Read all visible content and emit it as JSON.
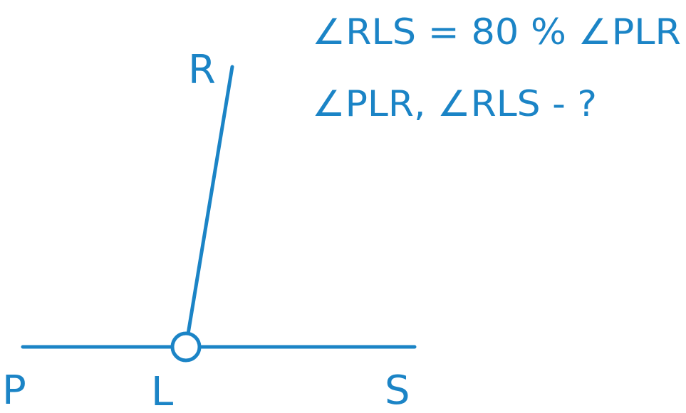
{
  "diagram": {
    "color": "#1b84c6",
    "points": {
      "P": "P",
      "L": "L",
      "S": "S",
      "R": "R"
    },
    "condition": "∠RLS = 80 % ∠PLR",
    "question": "∠PLR, ∠RLS - ?"
  }
}
